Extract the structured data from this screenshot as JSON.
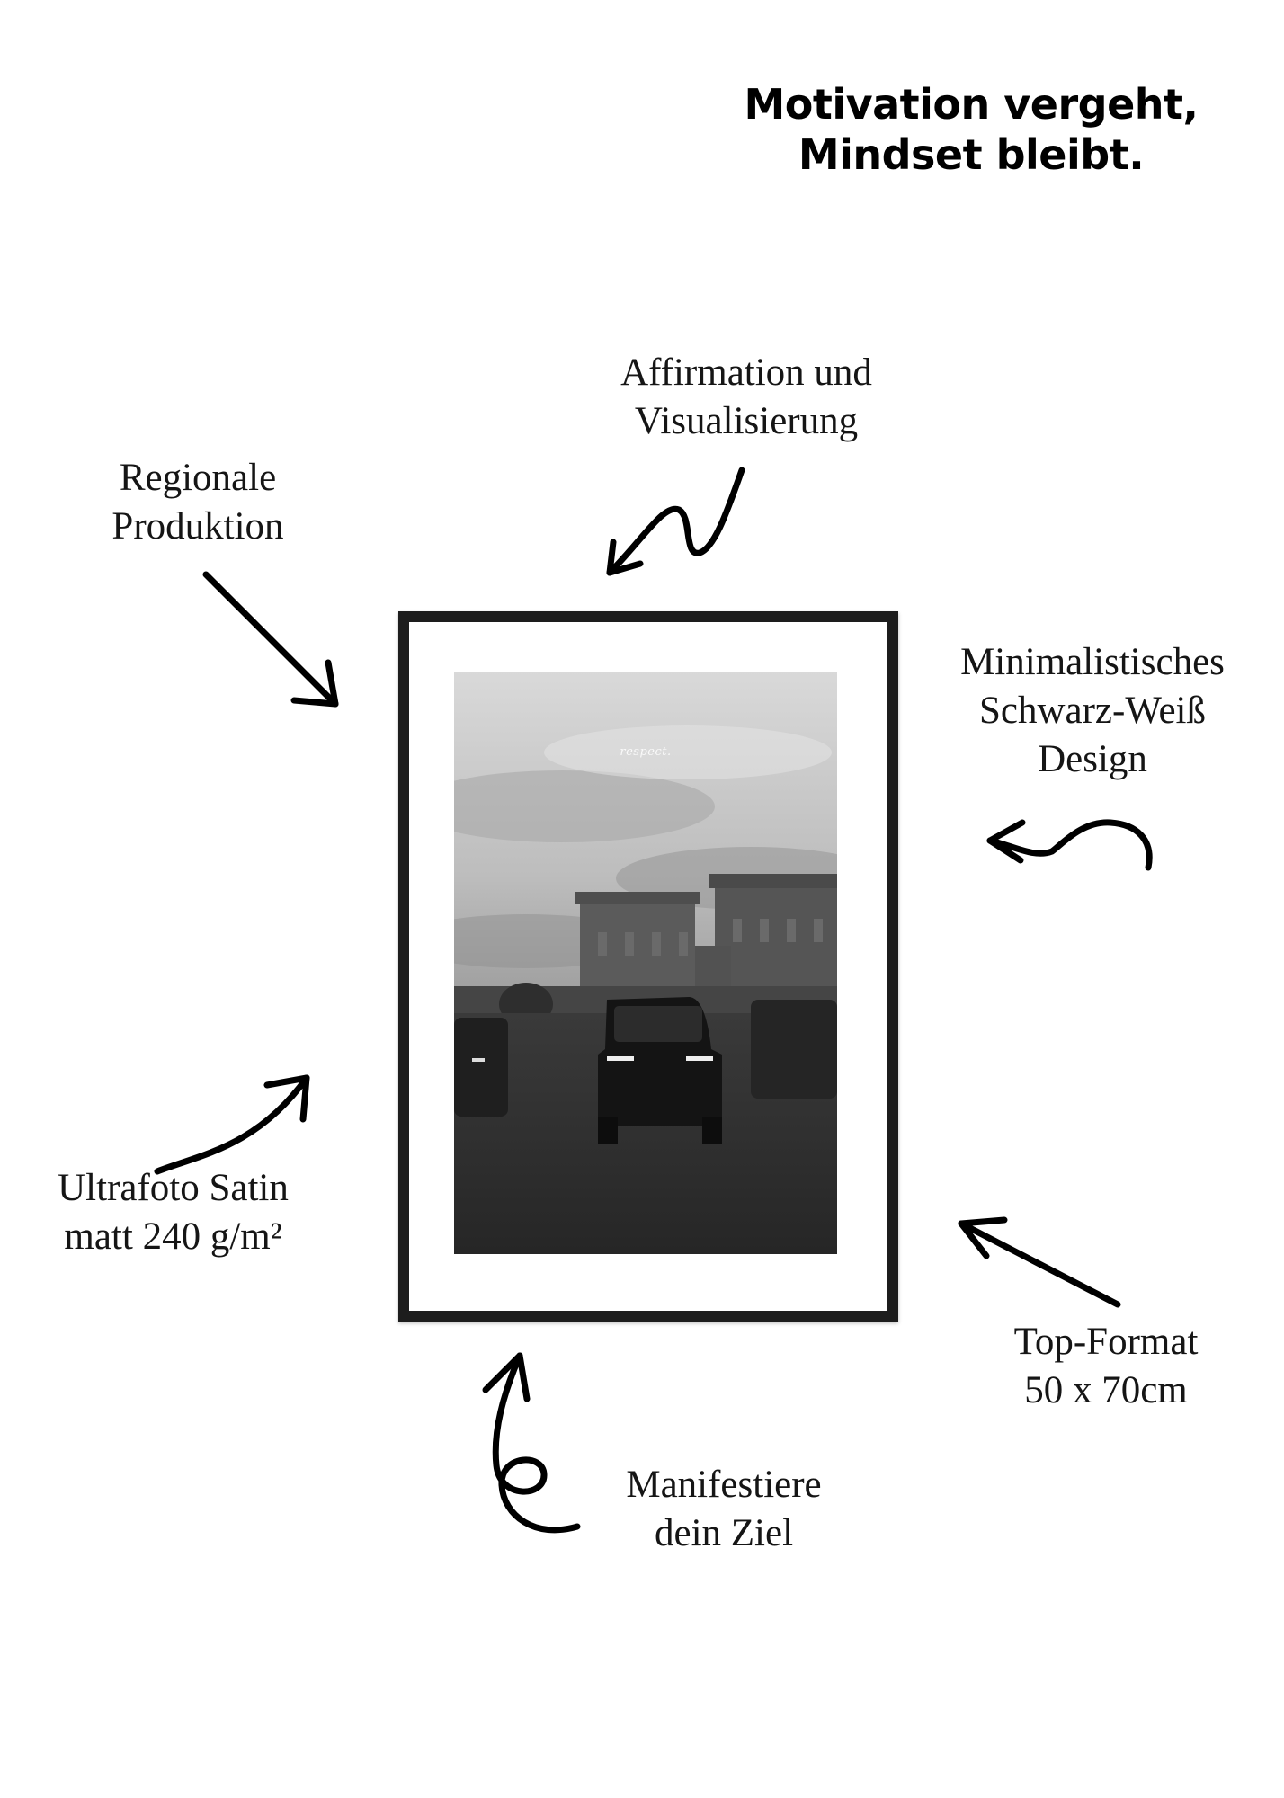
{
  "headline": {
    "line1": "Motivation vergeht,",
    "line2": "Mindset bleibt."
  },
  "features": {
    "affirmation": {
      "line1": "Affirmation und",
      "line2": "Visualisierung"
    },
    "regional": {
      "line1": "Regionale",
      "line2": "Produktion"
    },
    "minimal": {
      "line1": "Minimalistisches",
      "line2": "Schwarz-Weiß",
      "line3": "Design"
    },
    "paper": {
      "line1": "Ultrafoto Satin",
      "line2": "matt 240 g/m²"
    },
    "format": {
      "line1": "Top-Format",
      "line2": "50 x 70cm"
    },
    "manifest": {
      "line1": "Manifestiere",
      "line2": "dein Ziel"
    }
  },
  "poster": {
    "caption": "respect.",
    "frame_color": "#1d1d1d",
    "image": "black-and-white photo of dark SUVs parked on grass in front of a stately building under a cloudy sky"
  },
  "icons": [
    "squiggle-arrow-icon",
    "arrow-down-right-icon",
    "curved-arrow-left-icon",
    "swoosh-arrow-up-right-icon",
    "arrow-up-left-icon",
    "curl-arrow-up-icon"
  ]
}
